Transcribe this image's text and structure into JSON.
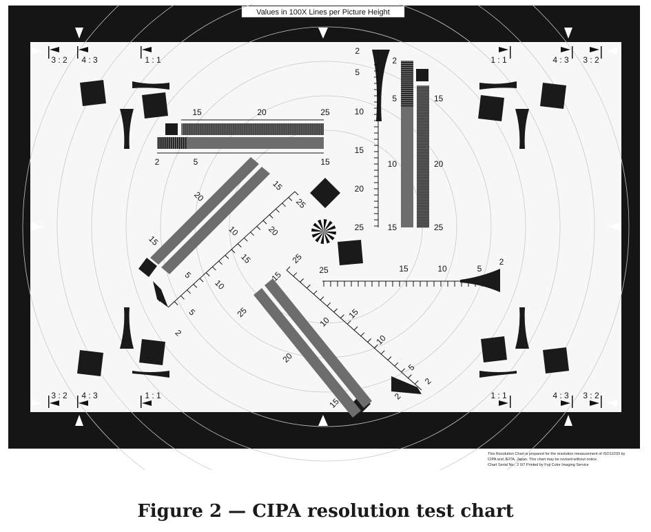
{
  "chart": {
    "header": "Values in 100X Lines per Picture Height",
    "ratio_labels": {
      "r32": "3 : 2",
      "r43": "4 : 3",
      "r11": "1 : 1"
    },
    "top_bar_ticks": [
      "15",
      "20",
      "25"
    ],
    "top_bar_bottom": [
      "2",
      "5",
      "15"
    ],
    "vertical_ticks": [
      "2",
      "5",
      "10",
      "15",
      "20",
      "25"
    ],
    "vbar_left": [
      "2",
      "5",
      "10",
      "15"
    ],
    "vbar_right": [
      "15",
      "20",
      "25"
    ],
    "horizontal_ticks": [
      "25",
      "15",
      "10",
      "5",
      "2"
    ],
    "diag_upper_a": [
      "20",
      "10",
      "15",
      "5",
      "2"
    ],
    "diag_upper_b": [
      "15",
      "25",
      "20",
      "15",
      "10",
      "5",
      "2"
    ],
    "diag_lower_a": [
      "15",
      "25",
      "20",
      "15"
    ],
    "diag_lower_b": [
      "25",
      "15",
      "10",
      "10",
      "5",
      "2",
      "2"
    ],
    "footer_line1": "This Resolution Chart is prepared for the resolution measurement of ISO12233 by",
    "footer_line2": "CIPA and JEITA, Japan. This chart may be revised without notice.",
    "footer_line3": "Chart Serial No.: 2 0/7     Printed by Fuji Color Imaging Service"
  },
  "caption": "Figure 2 — CIPA resolution test chart"
}
